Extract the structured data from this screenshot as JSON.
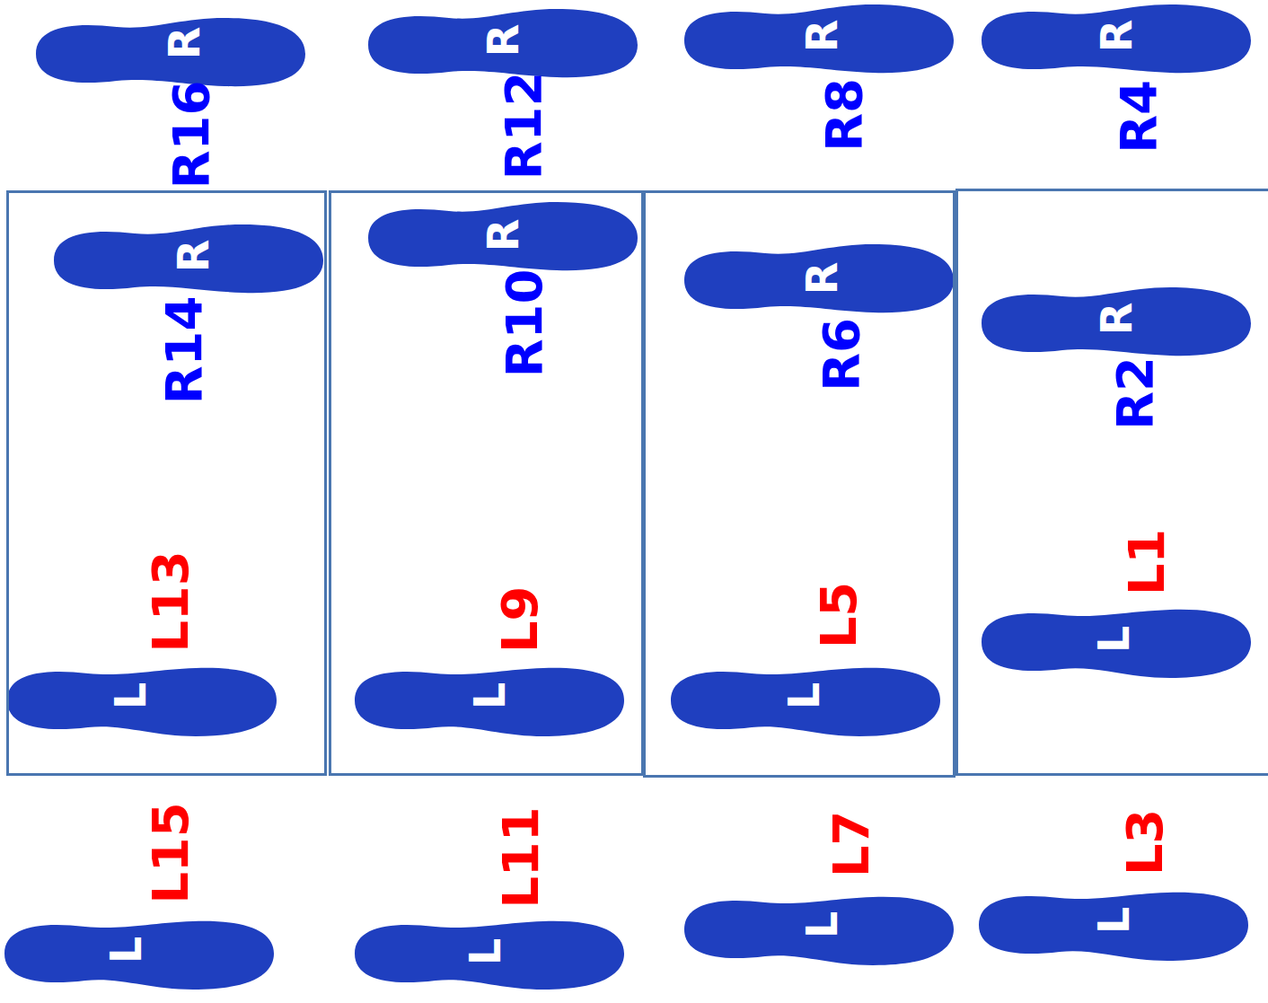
{
  "diagram": {
    "nodes": [
      {
        "text": [
          "R14",
          "L13"
        ]
      },
      {
        "text": [
          "R10",
          "L9"
        ]
      },
      {
        "text": [
          "R6",
          "L5"
        ]
      },
      {
        "text": [
          "R2",
          "L1"
        ]
      }
    ],
    "labels": [
      "R16",
      "R12",
      "R8",
      "R4",
      "L15",
      "L11",
      "L7",
      "L3",
      "R",
      "R",
      "R",
      "R",
      "R",
      "R",
      "R",
      "R",
      "L",
      "L",
      "L",
      "L",
      "L",
      "L",
      "L",
      "L"
    ]
  }
}
